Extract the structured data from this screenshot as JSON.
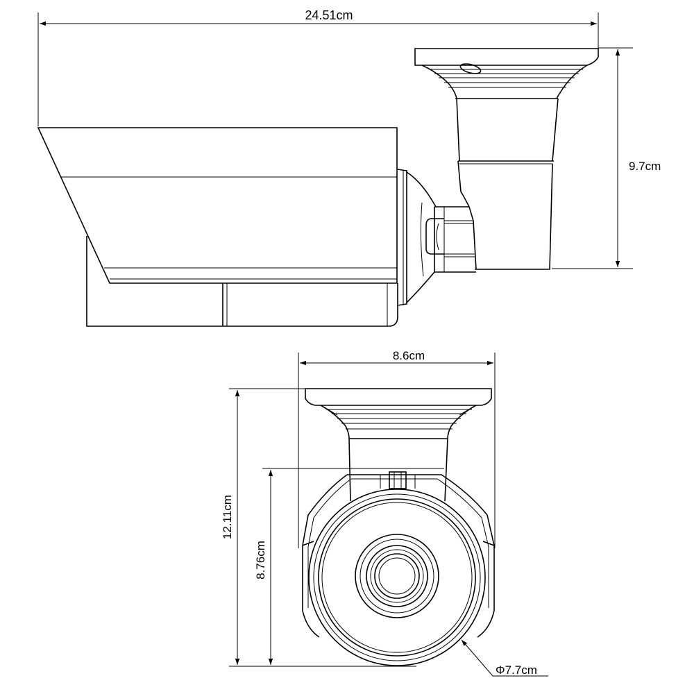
{
  "diagram": {
    "side_view": {
      "width_label": "24.51cm",
      "height_label": "9.7cm"
    },
    "front_view": {
      "width_label": "8.6cm",
      "total_height_label": "12.11cm",
      "body_height_label": "8.76cm",
      "diameter_label": "Φ7.7cm"
    }
  },
  "colors": {
    "line": "#000000",
    "background": "#ffffff"
  }
}
